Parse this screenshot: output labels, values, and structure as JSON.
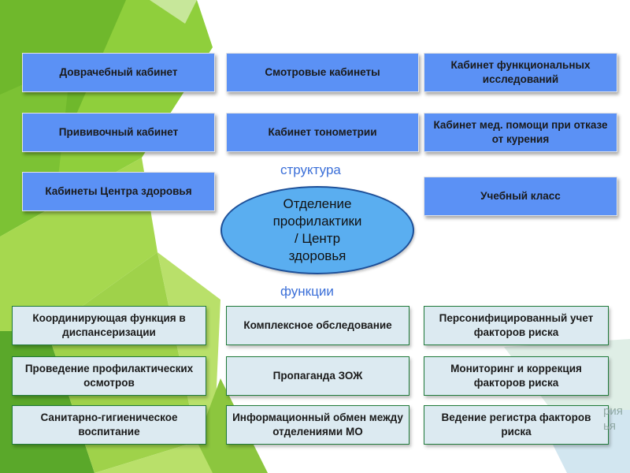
{
  "structure_label": "структура",
  "functions_label": "функции",
  "center": {
    "line1": "Отделение",
    "line2": "профилактики",
    "line3": "/ Центр",
    "line4": "здоровья"
  },
  "structure": [
    "Доврачебный кабинет",
    "Смотровые кабинеты",
    "Кабинет функциональных исследований",
    "Прививочный кабинет",
    "Кабинет тонометрии",
    "Кабинет мед. помощи при отказе от курения",
    "Кабинеты Центра здоровья",
    "Учебный класс"
  ],
  "functions": [
    "Координирующая функция в диспансеризации",
    "Комплексное обследование",
    "Персонифицированный учет факторов риска",
    "Проведение профилактических осмотров",
    "Пропаганда ЗОЖ",
    "Мониторинг и коррекция факторов риска",
    "Санитарно-гигиеническое воспитание",
    "Информационный обмен между отделениями МО",
    "Ведение регистра факторов риска"
  ],
  "partial_text": {
    "line1": "рия",
    "line2": "ья"
  },
  "colors": {
    "structure_box": "#5b91f5",
    "function_box": "#dceaf1",
    "ellipse": "#5aaef0",
    "label": "#3b6fd8"
  }
}
